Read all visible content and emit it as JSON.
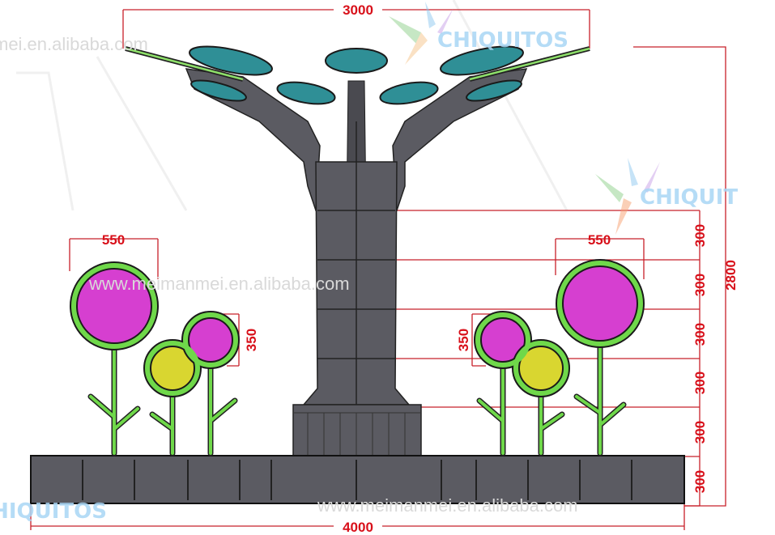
{
  "drawing": {
    "title": "Tree and flower sculpture elevation",
    "colors": {
      "dimension": "#d8101a",
      "structure": "#5b5b62",
      "flower_pink": "#d63fd0",
      "flower_yellow": "#d9d630",
      "stem_green": "#6fd84a",
      "leaf_teal": "#2f8f96"
    },
    "dimensions": {
      "canopy_width": "3000",
      "base_width": "4000",
      "total_height": "2800",
      "segments": [
        "300",
        "300",
        "300",
        "300",
        "300",
        "300"
      ],
      "flower_large_left": "550",
      "flower_large_right": "550",
      "flower_small_left": "350",
      "flower_small_right": "350"
    },
    "watermarks": {
      "site": "www.meimanmei.en.alibaba.com",
      "site_partial_top": "mei.en.alibaba.com",
      "brand": "CHIQUITOS",
      "brand_partial_right": "CHIQUIT",
      "brand_partial_left": "CHIQUITOS"
    }
  }
}
